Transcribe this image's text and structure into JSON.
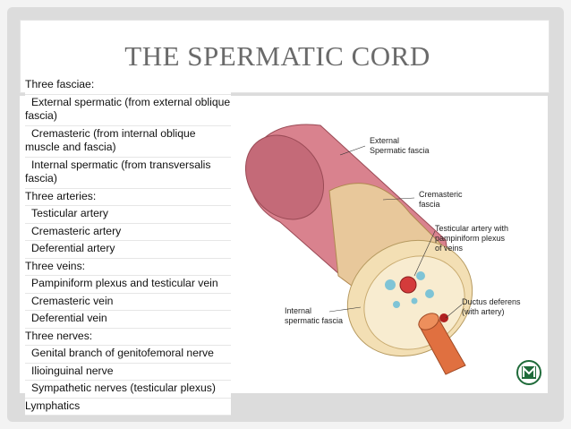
{
  "slide": {
    "title": "THE SPERMATIC CORD",
    "items": [
      {
        "text": "Three fasciae:",
        "level": 0
      },
      {
        "text": "External spermatic (from external oblique fascia)",
        "level": 1
      },
      {
        "text": "Cremasteric (from internal oblique muscle and fascia)",
        "level": 1
      },
      {
        "text": "Internal spermatic (from transversalis fascia)",
        "level": 1
      },
      {
        "text": "Three arteries:",
        "level": 0
      },
      {
        "text": "Testicular artery",
        "level": 1
      },
      {
        "text": "Cremasteric artery",
        "level": 1
      },
      {
        "text": "Deferential artery",
        "level": 1
      },
      {
        "text": "Three veins:",
        "level": 0
      },
      {
        "text": "Pampiniform plexus and testicular vein",
        "level": 1
      },
      {
        "text": "Cremasteric vein",
        "level": 1
      },
      {
        "text": "Deferential vein",
        "level": 1
      },
      {
        "text": "Three nerves:",
        "level": 0
      },
      {
        "text": "Genital branch of genitofemoral nerve",
        "level": 1
      },
      {
        "text": "Ilioinguinal nerve",
        "level": 1
      },
      {
        "text": "Sympathetic nerves (testicular plexus)",
        "level": 1
      },
      {
        "text": "Lymphatics",
        "level": 0
      }
    ]
  },
  "diagram": {
    "labels": {
      "external_1": "External",
      "external_2": "Spermatic fascia",
      "cremasteric_1": "Cremasteric",
      "cremasteric_2": "fascia",
      "testicular_1": "Testicular artery with",
      "testicular_2": "pampiniform plexus",
      "testicular_3": "of veins",
      "ductus_1": "Ductus deferens",
      "ductus_2": "(with artery)",
      "internal_1": "Internal",
      "internal_2": "spermatic fascia"
    },
    "colors": {
      "outer_fascia": "#d9828e",
      "cremasteric": "#e8c89b",
      "internal": "#f3dfb4",
      "artery": "#d43b3b",
      "veins": "#7fc4d6",
      "ductus": "#e07040"
    }
  },
  "logo": {
    "icon": "university-logo-icon"
  }
}
